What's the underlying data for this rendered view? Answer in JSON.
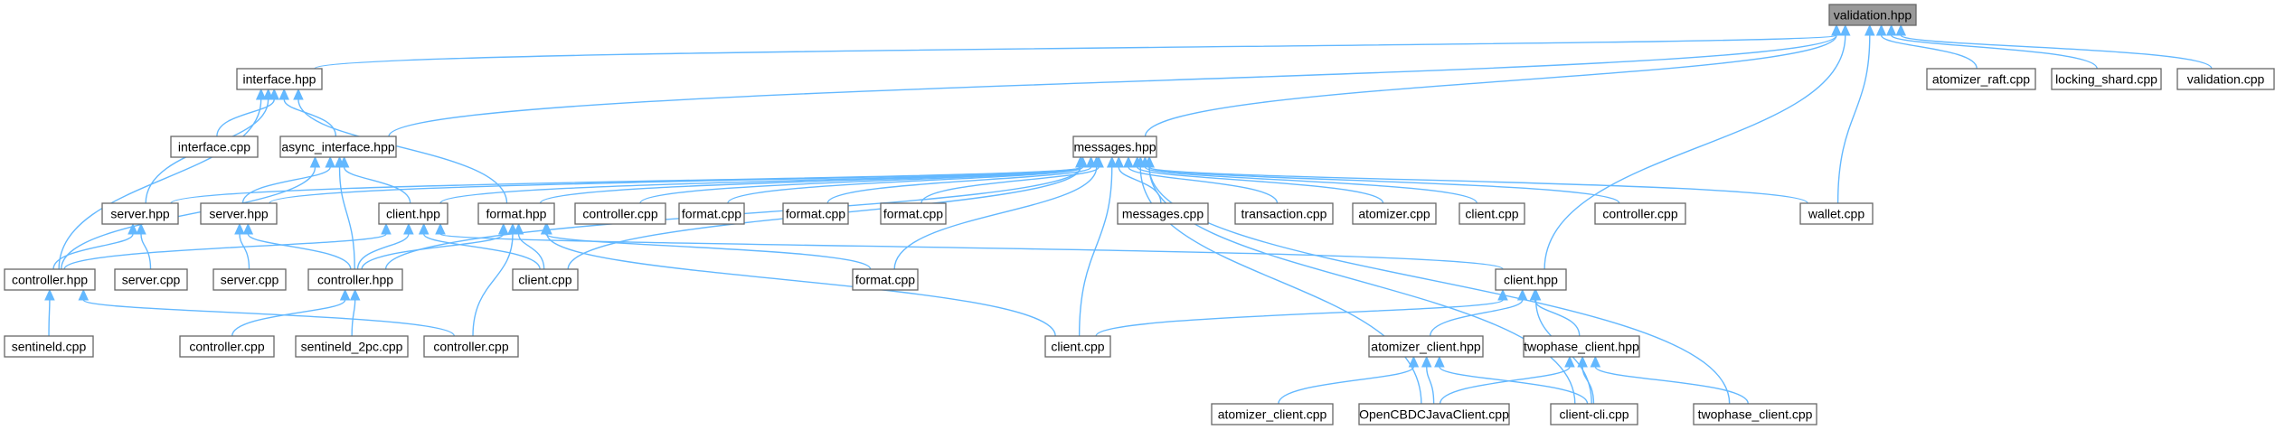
{
  "graph": {
    "root": "validation.hpp",
    "colors": {
      "edge": "#63b8ff",
      "node_border": "#666666",
      "root_fill": "#999999",
      "node_fill": "#ffffff"
    },
    "nodes": [
      {
        "id": "n_validation_hpp",
        "label": "validation.hpp",
        "root": true
      },
      {
        "id": "n_interface_hpp",
        "label": "interface.hpp"
      },
      {
        "id": "n_atomizer_raft_cpp",
        "label": "atomizer_raft.cpp"
      },
      {
        "id": "n_locking_shard_cpp",
        "label": "locking_shard.cpp"
      },
      {
        "id": "n_validation_cpp",
        "label": "validation.cpp"
      },
      {
        "id": "n_interface_cpp",
        "label": "interface.cpp"
      },
      {
        "id": "n_async_interface_hpp",
        "label": "async_interface.hpp"
      },
      {
        "id": "n_messages_hpp",
        "label": "messages.hpp"
      },
      {
        "id": "n_server_hpp_1",
        "label": "server.hpp"
      },
      {
        "id": "n_server_hpp_2",
        "label": "server.hpp"
      },
      {
        "id": "n_client_hpp_1",
        "label": "client.hpp"
      },
      {
        "id": "n_format_hpp",
        "label": "format.hpp"
      },
      {
        "id": "n_controller_cpp_1",
        "label": "controller.cpp"
      },
      {
        "id": "n_format_cpp_1",
        "label": "format.cpp"
      },
      {
        "id": "n_format_cpp_2",
        "label": "format.cpp"
      },
      {
        "id": "n_format_cpp_3",
        "label": "format.cpp"
      },
      {
        "id": "n_messages_cpp",
        "label": "messages.cpp"
      },
      {
        "id": "n_transaction_cpp",
        "label": "transaction.cpp"
      },
      {
        "id": "n_atomizer_cpp",
        "label": "atomizer.cpp"
      },
      {
        "id": "n_client_cpp_1",
        "label": "client.cpp"
      },
      {
        "id": "n_controller_cpp_2",
        "label": "controller.cpp"
      },
      {
        "id": "n_wallet_cpp",
        "label": "wallet.cpp"
      },
      {
        "id": "n_controller_hpp_1",
        "label": "controller.hpp"
      },
      {
        "id": "n_server_cpp_1",
        "label": "server.cpp"
      },
      {
        "id": "n_server_cpp_2",
        "label": "server.cpp"
      },
      {
        "id": "n_controller_hpp_2",
        "label": "controller.hpp"
      },
      {
        "id": "n_client_cpp_2",
        "label": "client.cpp"
      },
      {
        "id": "n_format_cpp_4",
        "label": "format.cpp"
      },
      {
        "id": "n_client_hpp_2",
        "label": "client.hpp"
      },
      {
        "id": "n_sentineld_cpp",
        "label": "sentineld.cpp"
      },
      {
        "id": "n_controller_cpp_3",
        "label": "controller.cpp"
      },
      {
        "id": "n_sentineld_2pc_cpp",
        "label": "sentineld_2pc.cpp"
      },
      {
        "id": "n_controller_cpp_4",
        "label": "controller.cpp"
      },
      {
        "id": "n_client_cpp_3",
        "label": "client.cpp"
      },
      {
        "id": "n_atomizer_client_hpp",
        "label": "atomizer_client.hpp"
      },
      {
        "id": "n_twophase_client_hpp",
        "label": "twophase_client.hpp"
      },
      {
        "id": "n_atomizer_client_cpp",
        "label": "atomizer_client.cpp"
      },
      {
        "id": "n_opencbdc_java_client_cpp",
        "label": "OpenCBDCJavaClient.cpp"
      },
      {
        "id": "n_client_cli_cpp",
        "label": "client-cli.cpp"
      },
      {
        "id": "n_twophase_client_cpp",
        "label": "twophase_client.cpp"
      }
    ],
    "edges": [
      [
        "n_validation_hpp",
        "n_interface_hpp"
      ],
      [
        "n_validation_hpp",
        "n_async_interface_hpp"
      ],
      [
        "n_validation_hpp",
        "n_messages_hpp"
      ],
      [
        "n_validation_hpp",
        "n_wallet_cpp"
      ],
      [
        "n_validation_hpp",
        "n_client_hpp_2"
      ],
      [
        "n_validation_hpp",
        "n_atomizer_raft_cpp"
      ],
      [
        "n_validation_hpp",
        "n_locking_shard_cpp"
      ],
      [
        "n_validation_hpp",
        "n_validation_cpp"
      ],
      [
        "n_interface_hpp",
        "n_interface_cpp"
      ],
      [
        "n_interface_hpp",
        "n_async_interface_hpp"
      ],
      [
        "n_interface_hpp",
        "n_server_hpp_1"
      ],
      [
        "n_interface_hpp",
        "n_controller_hpp_1"
      ],
      [
        "n_interface_hpp",
        "n_format_hpp"
      ],
      [
        "n_async_interface_hpp",
        "n_server_hpp_2"
      ],
      [
        "n_async_interface_hpp",
        "n_client_hpp_1"
      ],
      [
        "n_async_interface_hpp",
        "n_controller_hpp_2"
      ],
      [
        "n_async_interface_hpp",
        "n_controller_hpp_1"
      ],
      [
        "n_messages_hpp",
        "n_server_hpp_1"
      ],
      [
        "n_messages_hpp",
        "n_server_hpp_2"
      ],
      [
        "n_messages_hpp",
        "n_client_hpp_1"
      ],
      [
        "n_messages_hpp",
        "n_format_hpp"
      ],
      [
        "n_messages_hpp",
        "n_controller_cpp_1"
      ],
      [
        "n_messages_hpp",
        "n_format_cpp_1"
      ],
      [
        "n_messages_hpp",
        "n_format_cpp_2"
      ],
      [
        "n_messages_hpp",
        "n_format_cpp_3"
      ],
      [
        "n_messages_hpp",
        "n_messages_cpp"
      ],
      [
        "n_messages_hpp",
        "n_transaction_cpp"
      ],
      [
        "n_messages_hpp",
        "n_atomizer_cpp"
      ],
      [
        "n_messages_hpp",
        "n_client_cpp_1"
      ],
      [
        "n_messages_hpp",
        "n_controller_cpp_2"
      ],
      [
        "n_messages_hpp",
        "n_wallet_cpp"
      ],
      [
        "n_messages_hpp",
        "n_controller_hpp_2"
      ],
      [
        "n_messages_hpp",
        "n_client_cpp_2"
      ],
      [
        "n_messages_hpp",
        "n_format_cpp_4"
      ],
      [
        "n_messages_hpp",
        "n_client_cpp_3"
      ],
      [
        "n_messages_hpp",
        "n_opencbdc_java_client_cpp"
      ],
      [
        "n_messages_hpp",
        "n_client_cli_cpp"
      ],
      [
        "n_messages_hpp",
        "n_twophase_client_cpp"
      ],
      [
        "n_server_hpp_1",
        "n_controller_hpp_1"
      ],
      [
        "n_server_hpp_1",
        "n_server_cpp_1"
      ],
      [
        "n_server_hpp_2",
        "n_server_cpp_2"
      ],
      [
        "n_server_hpp_2",
        "n_controller_hpp_2"
      ],
      [
        "n_client_hpp_1",
        "n_controller_hpp_1"
      ],
      [
        "n_client_hpp_1",
        "n_controller_hpp_2"
      ],
      [
        "n_client_hpp_1",
        "n_client_cpp_2"
      ],
      [
        "n_client_hpp_1",
        "n_client_hpp_2"
      ],
      [
        "n_format_hpp",
        "n_controller_hpp_2"
      ],
      [
        "n_format_hpp",
        "n_client_cpp_2"
      ],
      [
        "n_format_hpp",
        "n_format_cpp_4"
      ],
      [
        "n_format_hpp",
        "n_controller_cpp_4"
      ],
      [
        "n_format_hpp",
        "n_client_cpp_3"
      ],
      [
        "n_controller_hpp_1",
        "n_sentineld_cpp"
      ],
      [
        "n_controller_hpp_1",
        "n_controller_cpp_4"
      ],
      [
        "n_controller_hpp_2",
        "n_controller_cpp_3"
      ],
      [
        "n_controller_hpp_2",
        "n_sentineld_2pc_cpp"
      ],
      [
        "n_client_hpp_2",
        "n_client_cpp_3"
      ],
      [
        "n_client_hpp_2",
        "n_atomizer_client_hpp"
      ],
      [
        "n_client_hpp_2",
        "n_twophase_client_hpp"
      ],
      [
        "n_client_hpp_2",
        "n_client_cli_cpp"
      ],
      [
        "n_atomizer_client_hpp",
        "n_atomizer_client_cpp"
      ],
      [
        "n_atomizer_client_hpp",
        "n_opencbdc_java_client_cpp"
      ],
      [
        "n_atomizer_client_hpp",
        "n_client_cli_cpp"
      ],
      [
        "n_twophase_client_hpp",
        "n_opencbdc_java_client_cpp"
      ],
      [
        "n_twophase_client_hpp",
        "n_client_cli_cpp"
      ],
      [
        "n_twophase_client_hpp",
        "n_twophase_client_cpp"
      ]
    ]
  }
}
